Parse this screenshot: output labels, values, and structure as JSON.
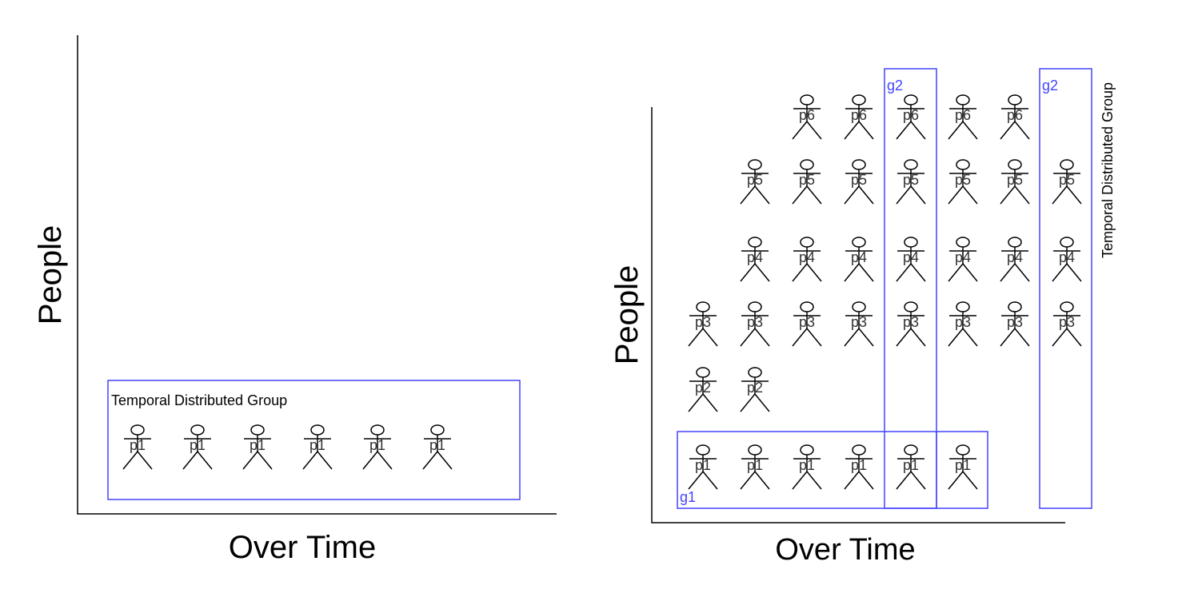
{
  "left_panel": {
    "x_axis_label": "Over Time",
    "y_axis_label": "People",
    "group_caption": "Temporal Distributed Group",
    "figures": [
      "p1",
      "p1",
      "p1",
      "p1",
      "p1",
      "p1"
    ]
  },
  "right_panel": {
    "x_axis_label": "Over Time",
    "y_axis_label": "People",
    "side_caption": "Temporal Distributed Group",
    "group_labels": {
      "g1": "g1",
      "g2a": "g2",
      "g2b": "g2"
    },
    "rows": [
      {
        "person": "p6",
        "columns": [
          3,
          4,
          5,
          6,
          7
        ]
      },
      {
        "person": "p5",
        "columns": [
          2,
          3,
          4,
          5,
          6,
          7,
          8
        ]
      },
      {
        "person": "p4",
        "columns": [
          2,
          3,
          4,
          5,
          6,
          7,
          8
        ]
      },
      {
        "person": "p3",
        "columns": [
          1,
          2,
          3,
          4,
          5,
          6,
          7,
          8
        ]
      },
      {
        "person": "p2",
        "columns": [
          1,
          2
        ]
      },
      {
        "person": "p1",
        "columns": [
          1,
          2,
          3,
          4,
          5,
          6
        ]
      }
    ]
  }
}
